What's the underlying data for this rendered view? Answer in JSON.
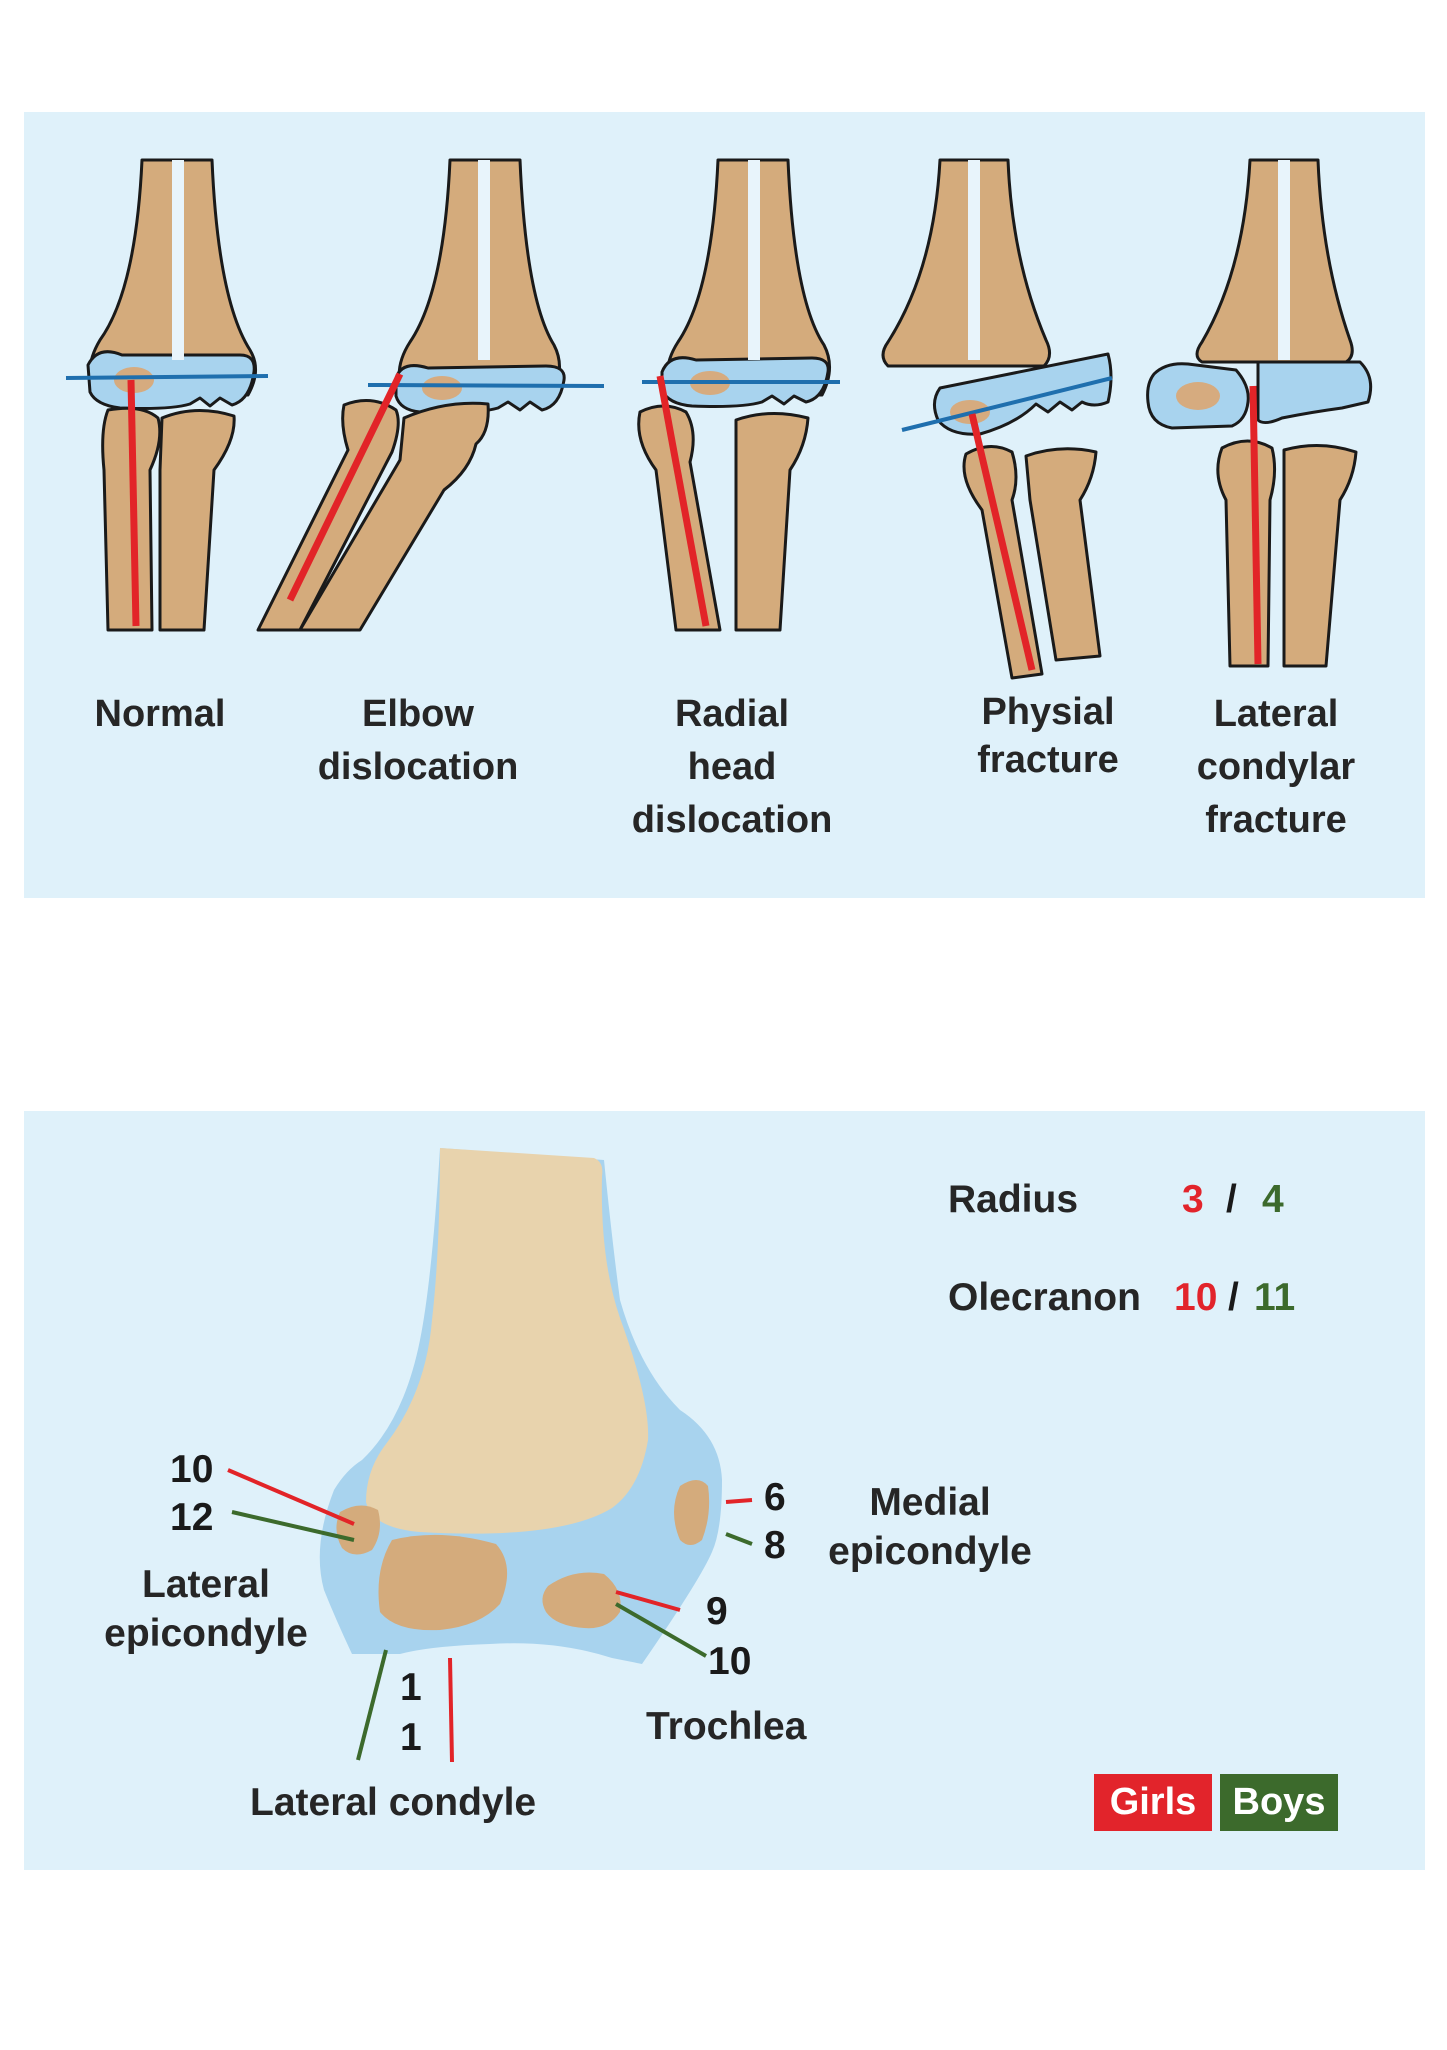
{
  "top_panel": {
    "labels": [
      {
        "key": "normal",
        "text": "Normal"
      },
      {
        "key": "elbow",
        "text": "Elbow\ndislocation"
      },
      {
        "key": "radial",
        "text": "Radial\nhead\ndislocation"
      },
      {
        "key": "physial",
        "text": "Physial\nfracture"
      },
      {
        "key": "lateral",
        "text": "Lateral\ncondylar\nfracture"
      }
    ]
  },
  "bottom_panel": {
    "labels": {
      "lateral_epicondyle": "Lateral\nepicondyle",
      "medial_epicondyle": "Medial\nepicondyle",
      "trochlea": "Trochlea",
      "lateral_condyle": "Lateral condyle"
    },
    "ages": {
      "lateral_epicondyle_girls": "10",
      "lateral_epicondyle_boys": "12",
      "medial_epicondyle_girls": "6",
      "medial_epicondyle_boys": "8",
      "trochlea_girls": "9",
      "trochlea_boys": "10",
      "lateral_condyle_girls": "1",
      "lateral_condyle_boys": "1"
    },
    "table": {
      "radius_label": "Radius",
      "radius_girls": "3",
      "radius_sep": "/",
      "radius_boys": "4",
      "olecranon_label": "Olecranon",
      "olecranon_girls": "10",
      "olecranon_sep": "/",
      "olecranon_boys": "11"
    },
    "legend": {
      "girls": "Girls",
      "boys": "Boys",
      "girls_color": "#e2242b",
      "boys_color": "#3c6a2c"
    }
  }
}
